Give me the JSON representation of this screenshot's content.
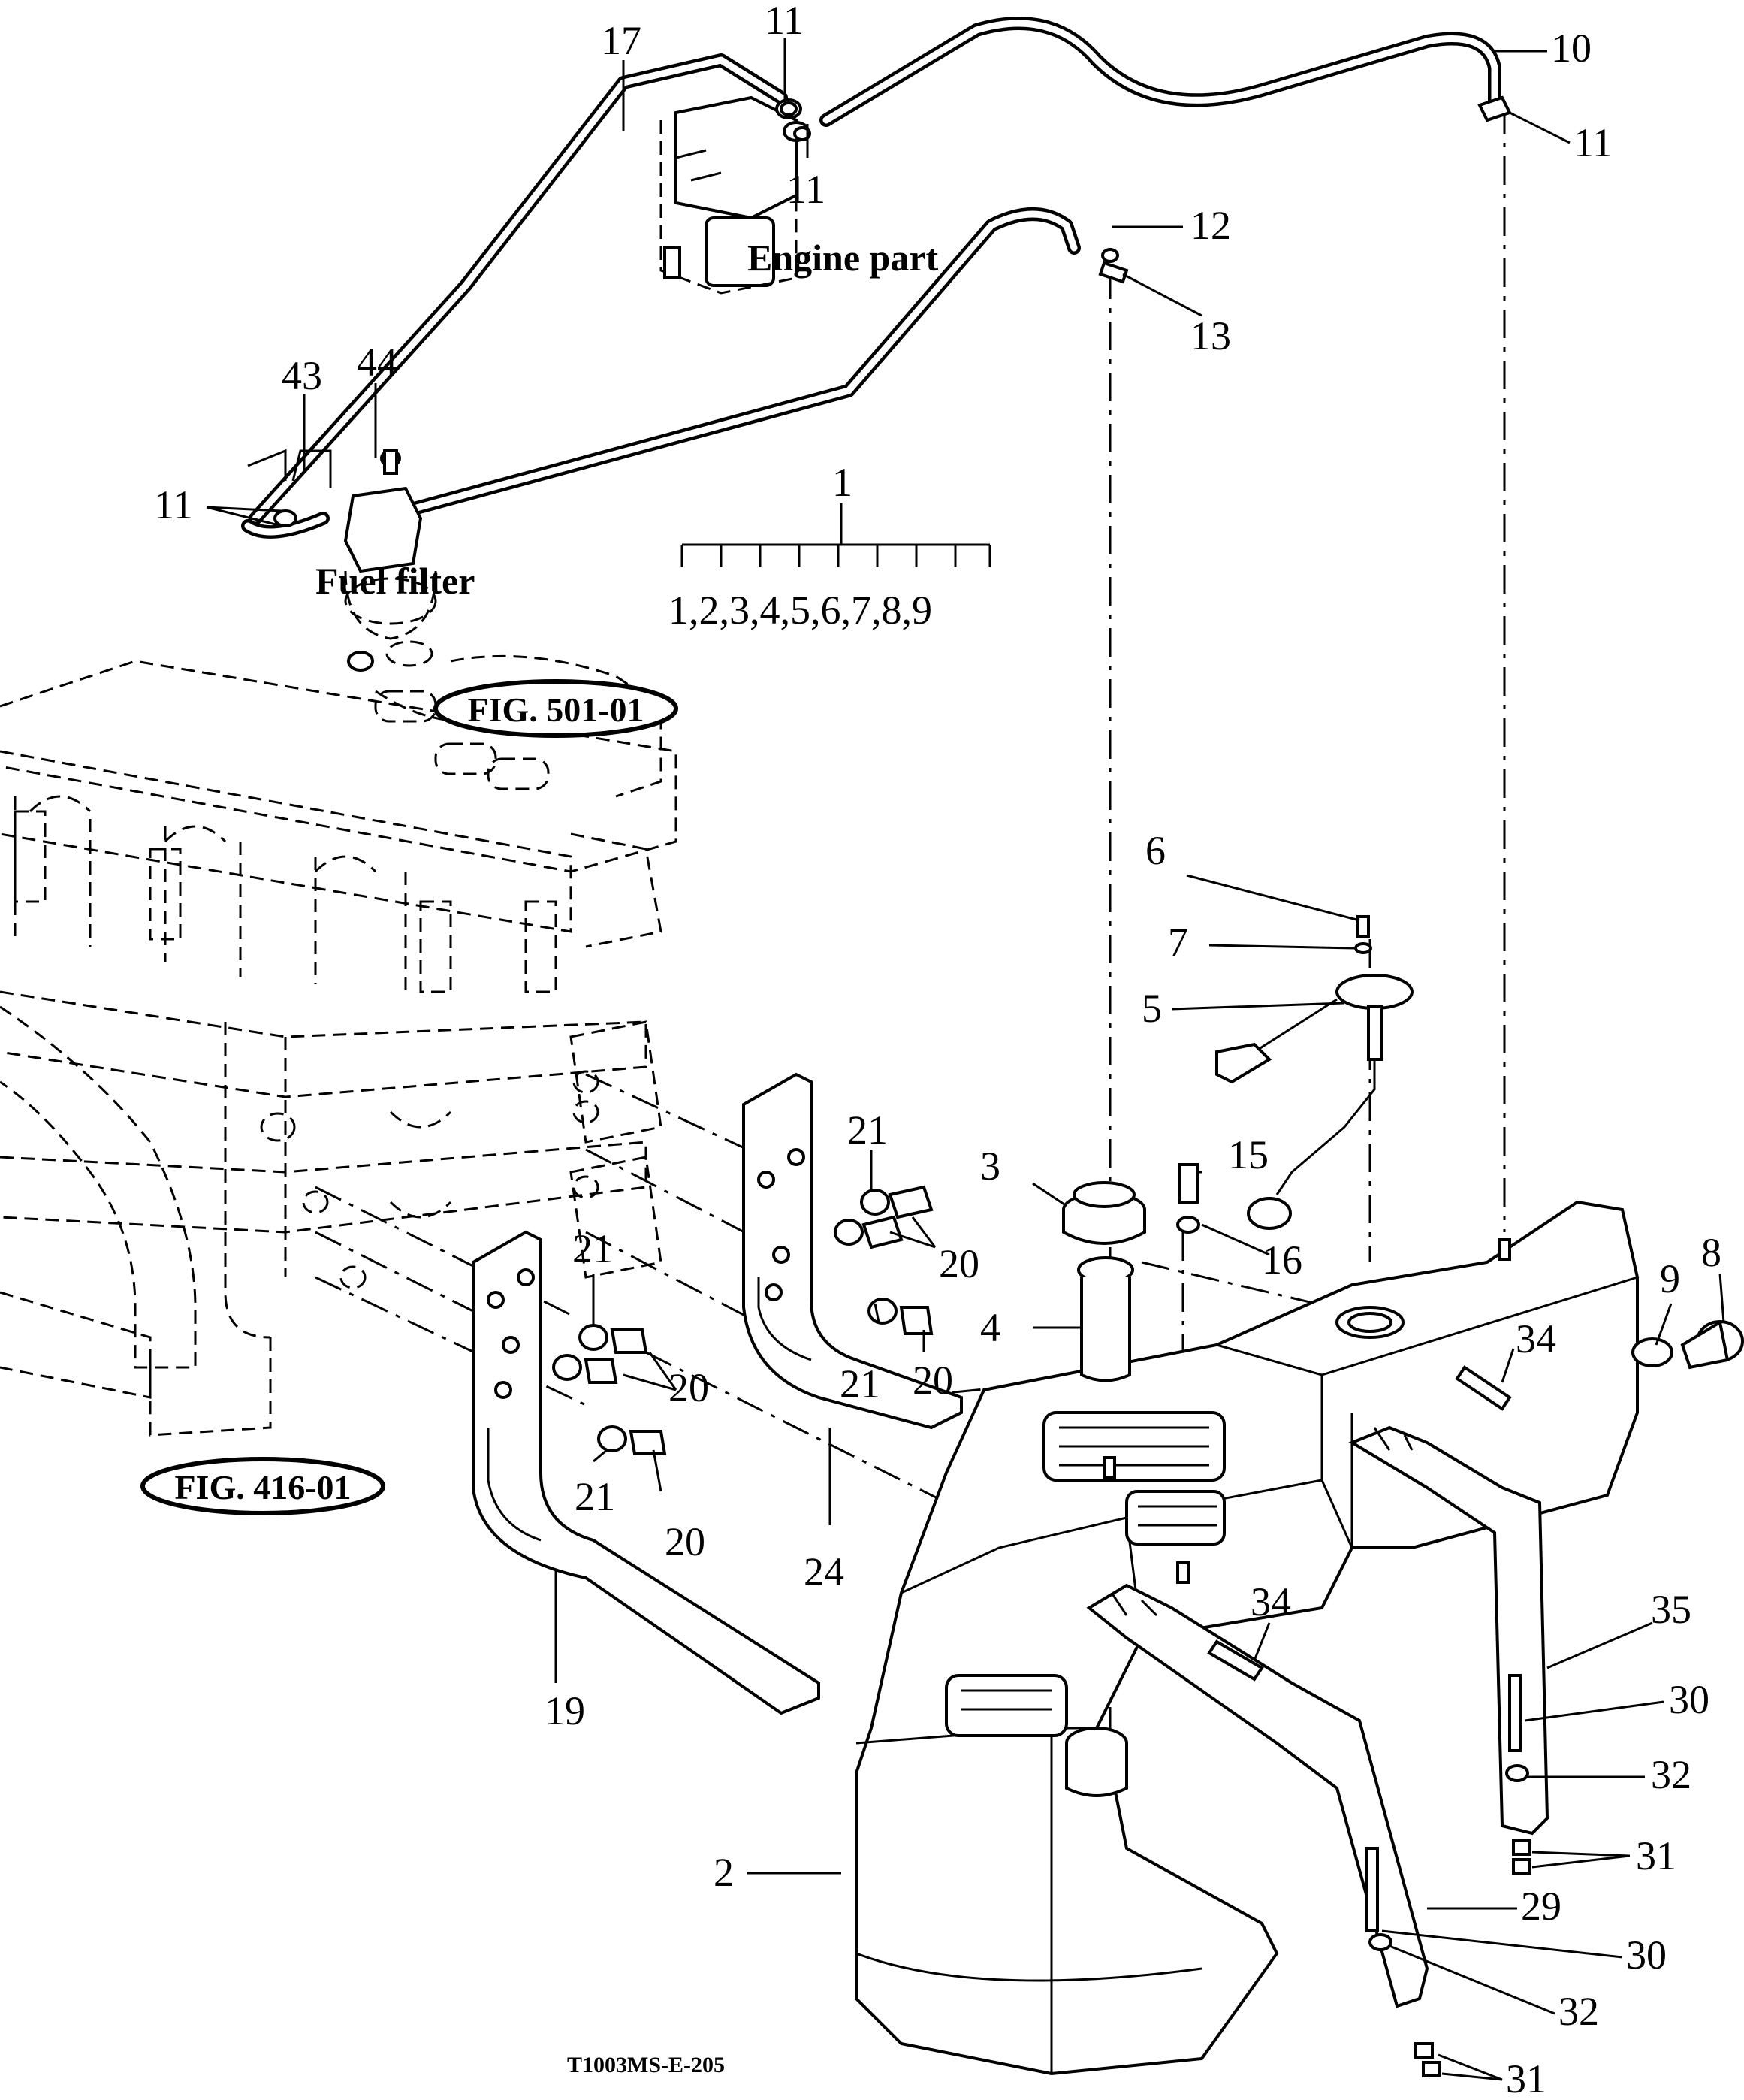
{
  "labels": {
    "l1": "1",
    "l2": "2",
    "l3": "3",
    "l4": "4",
    "l5": "5",
    "l6": "6",
    "l7": "7",
    "l8": "8",
    "l9": "9",
    "l10": "10",
    "l11a": "11",
    "l11b": "11",
    "l11c": "11",
    "l11d": "11",
    "l12": "12",
    "l13": "13",
    "l15": "15",
    "l16": "16",
    "l17": "17",
    "l19": "19",
    "l20a": "20",
    "l20b": "20",
    "l20c": "20",
    "l20d": "20",
    "l21a": "21",
    "l21b": "21",
    "l21c": "21",
    "l21d": "21",
    "l24": "24",
    "l29": "29",
    "l30a": "30",
    "l30b": "30",
    "l31a": "31",
    "l31b": "31",
    "l32a": "32",
    "l32b": "32",
    "l34a": "34",
    "l34b": "34",
    "l35": "35",
    "l43": "43",
    "l44": "44"
  },
  "group_members": "1,2,3,4,5,6,7,8,9",
  "annotations": {
    "engine_part": "Engine part",
    "fuel_filter": "Fuel filter"
  },
  "references": {
    "fig_501": "FIG. 501-01",
    "fig_416": "FIG. 416-01"
  },
  "drawing_code": "T1003MS-E-205"
}
